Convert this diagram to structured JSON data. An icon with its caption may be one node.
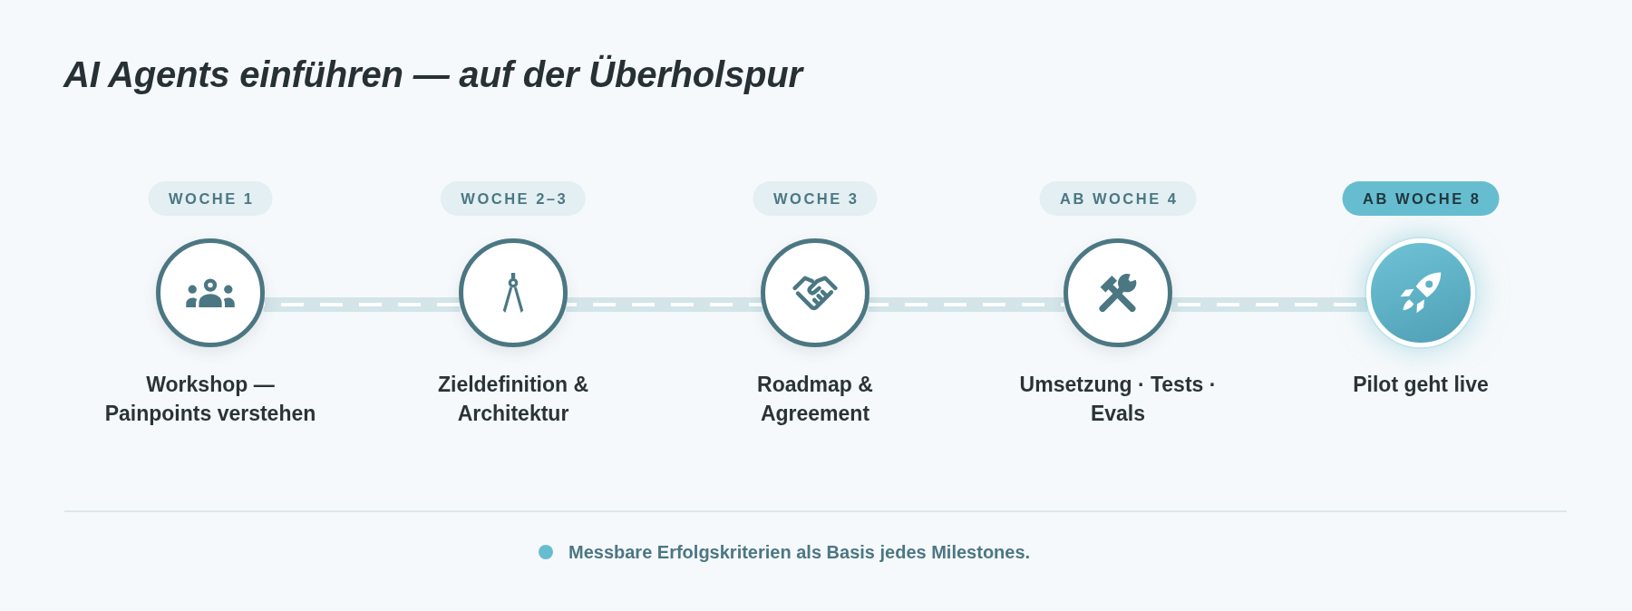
{
  "diagram": {
    "title": "AI Agents einführen — auf der Überholspur",
    "nodes": [
      {
        "text": [
          "WOCHE 1"
        ]
      },
      {
        "text": [],
        "shape": "circle",
        "beside": [
          "Workshop — Painpoints verstehen"
        ]
      },
      {
        "text": [
          "WOCHE 2–3"
        ]
      },
      {
        "text": [],
        "shape": "circle",
        "beside": [
          "Zieldefinition & Architektur"
        ]
      },
      {
        "text": [
          "WOCHE 3"
        ]
      },
      {
        "text": [],
        "shape": "circle",
        "beside": [
          "Roadmap & Agreement"
        ]
      },
      {
        "text": [
          "AB WOCHE 4"
        ]
      },
      {
        "text": [],
        "shape": "circle",
        "beside": [
          "Umsetzung · Tests · Evals"
        ]
      },
      {
        "text": [
          "AB WOCHE 8"
        ]
      },
      {
        "text": [],
        "shape": "circle",
        "beside": [
          "Pilot geht live"
        ]
      }
    ],
    "edges": [
      {
        "from": 1,
        "to": 3,
        "arrow": "none"
      },
      {
        "from": 3,
        "to": 5,
        "arrow": "none"
      },
      {
        "from": 5,
        "to": 7,
        "arrow": "none"
      },
      {
        "from": 7,
        "to": 9,
        "arrow": "none"
      }
    ],
    "labels": [
      "Messbare Erfolgskriterien als Basis jedes Milestones."
    ]
  }
}
